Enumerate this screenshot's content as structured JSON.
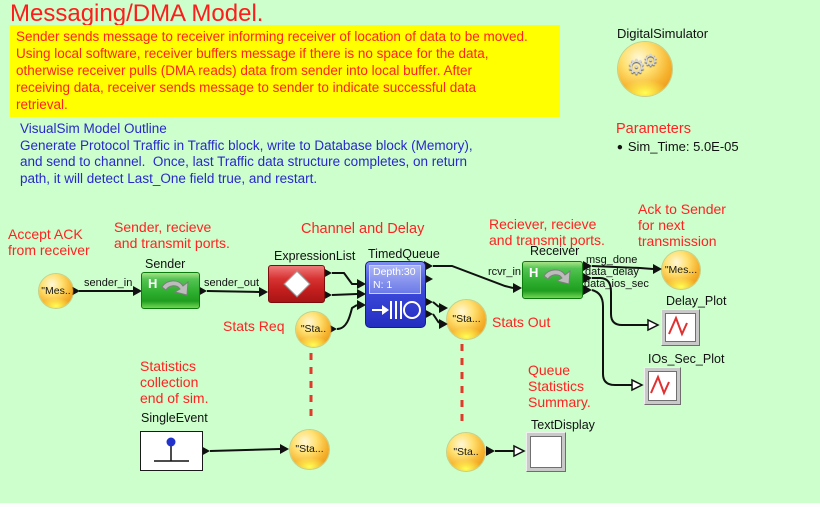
{
  "title": "Messaging/DMA Model.",
  "note": {
    "text": "Sender sends message to receiver informing receiver of location of data to be moved.\nUsing local software, receiver buffers message if there is no space for the data,\notherwise receiver pulls (DMA reads) data from sender into local buffer. After\nreceiving data, receiver sends message to sender to indicate successful data\nretrieval."
  },
  "outline": {
    "text": "VisualSim Model Outline\nGenerate Protocol Traffic in Traffic block, write to Database block (Memory),\nand send to channel.  Once, last Traffic data structure completes, on return\npath, it will detect Last_One field true, and restart."
  },
  "simulator": {
    "label": "DigitalSimulator",
    "gear_glyph": "⚙"
  },
  "parameters": {
    "heading": "Parameters",
    "bullet": "●",
    "sim_time": "Sim_Time: 5.0E-05"
  },
  "annotations": {
    "accept_ack": "Accept ACK\nfrom receiver",
    "sender_ports": "Sender, recieve\nand transmit ports.",
    "channel_delay": "Channel and Delay",
    "receiver_ports": "Reciever, recieve\nand transmit ports.",
    "ack_to_sender": "Ack to Sender\nfor next\ntransmission",
    "stats_req": "Stats Req",
    "stats_out": "Stats Out",
    "stats_collection": "Statistics\ncollection\nend of sim.",
    "queue_stats": "Queue\nStatistics\nSummary."
  },
  "blocks": {
    "sender": {
      "label": "Sender",
      "letter": "H"
    },
    "expression_list": {
      "label": "ExpressionList"
    },
    "timed_queue": {
      "label": "TimedQueue",
      "line1": "Depth:30",
      "line2": "N: 1"
    },
    "receiver": {
      "label": "Receiver",
      "letter": "H"
    },
    "single_event": {
      "label": "SingleEvent"
    },
    "text_display": {
      "label": "TextDisplay"
    },
    "delay_plot": {
      "label": "Delay_Plot"
    },
    "ios_sec_plot": {
      "label": "IOs_Sec_Plot"
    }
  },
  "nodes": {
    "mes_left": "\"Mes..",
    "mes_right": "\"Mes...",
    "sta_req": "\"Sta..",
    "sta_out": "\"Sta...",
    "sta_bottom_left": "\"Sta...",
    "sta_bottom_right": "\"Sta.."
  },
  "ports": {
    "sender_in": "sender_in",
    "sender_out": "sender_out",
    "rcvr_in": "rcvr_in",
    "msg_done": "msg_done",
    "data_delay": "data_delay",
    "data_ios_sec": "data_ios_sec"
  },
  "colors": {
    "background": "#ccffcc",
    "note_bg": "#ffff00",
    "text_red": "#ff2222",
    "text_blue": "#2828cc",
    "block_green": "#2eae2e",
    "block_red": "#c42020",
    "block_blue": "#2c38cc",
    "node_yellow": "#f6b32e",
    "dash_red": "#e03a2a",
    "wire_black": "#111111"
  }
}
